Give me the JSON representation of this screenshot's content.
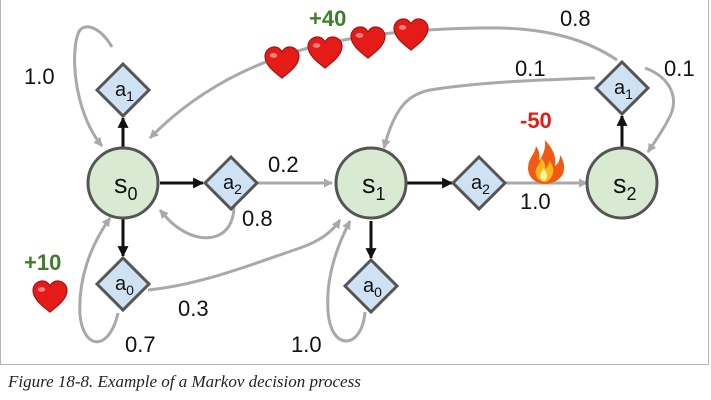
{
  "caption": "Figure 18-8. Example of a Markov decision process",
  "states": {
    "s0": {
      "name": "s",
      "sub": "0"
    },
    "s1": {
      "name": "s",
      "sub": "1"
    },
    "s2": {
      "name": "s",
      "sub": "2"
    }
  },
  "actions": {
    "s0_a1": {
      "name": "a",
      "sub": "1"
    },
    "s0_a2": {
      "name": "a",
      "sub": "2"
    },
    "s0_a0": {
      "name": "a",
      "sub": "0"
    },
    "s1_a2": {
      "name": "a",
      "sub": "2"
    },
    "s1_a0": {
      "name": "a",
      "sub": "0"
    },
    "s2_a1": {
      "name": "a",
      "sub": "1"
    }
  },
  "probabilities": {
    "s0_a1_to_s0": "1.0",
    "s0_a2_to_s1": "0.2",
    "s0_a2_to_s0": "0.8",
    "s0_a0_to_s1": "0.3",
    "s0_a0_to_s0": "0.7",
    "s1_a0_to_s1": "1.0",
    "s1_a2_to_s2": "1.0",
    "s2_a1_to_s0": "0.8",
    "s2_a1_to_s1": "0.1",
    "s2_a1_to_s2": "0.1"
  },
  "rewards": {
    "plus40": "+40",
    "plus10": "+10",
    "minus50": "-50"
  },
  "colors": {
    "state_fill": "#d9ead3",
    "action_fill": "#cfe2f3",
    "node_stroke": "#555555",
    "transition": "#a9a9a9",
    "action_arrow": "#111111",
    "reward_positive": "#3d7f2a",
    "reward_negative": "#e41b17",
    "heart": "#e41b17"
  }
}
